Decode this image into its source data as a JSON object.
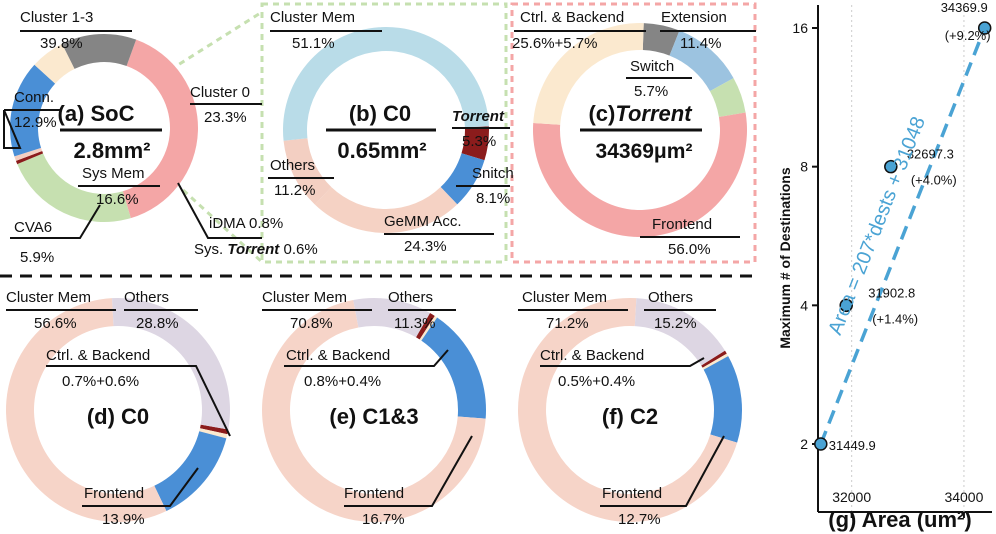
{
  "colors": {
    "cluster13": "#f4a6a6",
    "cluster0": "#c6e0b0",
    "sysmem": "#4a8fd6",
    "cva6": "#fbe9cf",
    "conn": "#858585",
    "clustermem": "#b9dce8",
    "others": "#f3cfc2",
    "gemm": "#f5d2c4",
    "snitch": "#4a8fd6",
    "torrent": "#8b1c1c",
    "ctrl": "#fbe9cf",
    "extension": "#9cc3e0",
    "switch": "#c6e0b0",
    "frontend": "#f4a6a6",
    "memlight": "#f6d4c8",
    "otherslav": "#ddd6e3",
    "fitline": "#4aa3d4"
  },
  "panels": {
    "a": {
      "title_prefix": "(a) SoC",
      "area": "2.8mm²",
      "labels": {
        "cluster13": "Cluster 1-3",
        "cluster13_pct": "39.8%",
        "cluster0": "Cluster 0",
        "cluster0_pct": "23.3%",
        "conn": "Conn.",
        "conn_pct": "12.9%",
        "sysmem": "Sys Mem",
        "sysmem_pct": "16.6%",
        "cva6": "CVA6",
        "cva6_pct": "5.9%",
        "idma": "iDMA 0.8%",
        "systorrent_pre": "Sys.",
        "systorrent_name": "Torrent",
        "systorrent_pct": "0.6%"
      }
    },
    "b": {
      "title": "(b) C0",
      "area": "0.65mm²",
      "labels": {
        "clustermem": "Cluster Mem",
        "clustermem_pct": "51.1%",
        "torrent": "Torrent",
        "torrent_pct": "5.3%",
        "others": "Others",
        "others_pct": "11.2%",
        "snitch": "Snitch",
        "snitch_pct": "8.1%",
        "gemm": "GeMM Acc.",
        "gemm_pct": "24.3%"
      }
    },
    "c": {
      "title_prefix": "(c)",
      "title_name": "Torrent",
      "area": "34369μm²",
      "labels": {
        "ctrl": "Ctrl. & Backend",
        "ctrl_pct": "25.6%+5.7%",
        "extension": "Extension",
        "extension_pct": "11.4%",
        "switch": "Switch",
        "switch_pct": "5.7%",
        "frontend": "Frontend",
        "frontend_pct": "56.0%"
      }
    },
    "d": {
      "title": "(d) C0",
      "labels": {
        "mem": "Cluster Mem",
        "mem_pct": "56.6%",
        "others": "Others",
        "others_pct": "28.8%",
        "ctrl": "Ctrl. & Backend",
        "ctrl_pct": "0.7%+0.6%",
        "frontend": "Frontend",
        "frontend_pct": "13.9%"
      }
    },
    "e": {
      "title": "(e) C1&3",
      "labels": {
        "mem": "Cluster Mem",
        "mem_pct": "70.8%",
        "others": "Others",
        "others_pct": "11.3%",
        "ctrl": "Ctrl. & Backend",
        "ctrl_pct": "0.8%+0.4%",
        "frontend": "Frontend",
        "frontend_pct": "16.7%"
      }
    },
    "f": {
      "title": "(f) C2",
      "labels": {
        "mem": "Cluster Mem",
        "mem_pct": "71.2%",
        "others": "Others",
        "others_pct": "15.2%",
        "ctrl": "Ctrl. & Backend",
        "ctrl_pct": "0.5%+0.4%",
        "frontend": "Frontend",
        "frontend_pct": "12.7%"
      }
    }
  },
  "chart_data": [
    {
      "type": "pie",
      "title": "(a) SoC",
      "area_label": "2.8mm²",
      "slices": [
        {
          "name": "Cluster 1-3",
          "value": 39.8,
          "color": "#f4a6a6"
        },
        {
          "name": "Cluster 0",
          "value": 23.3,
          "color": "#c6e0b0"
        },
        {
          "name": "Sys. Torrent",
          "value": 0.6,
          "color": "#8b1c1c"
        },
        {
          "name": "iDMA",
          "value": 0.8,
          "color": "#f3cfc2"
        },
        {
          "name": "Sys Mem",
          "value": 16.6,
          "color": "#4a8fd6"
        },
        {
          "name": "CVA6",
          "value": 5.9,
          "color": "#fbe9cf"
        },
        {
          "name": "Conn.",
          "value": 12.9,
          "color": "#858585"
        }
      ]
    },
    {
      "type": "pie",
      "title": "(b) C0",
      "area_label": "0.65mm²",
      "slices": [
        {
          "name": "Torrent",
          "value": 5.3,
          "color": "#8b1c1c"
        },
        {
          "name": "Snitch",
          "value": 8.1,
          "color": "#4a8fd6"
        },
        {
          "name": "GeMM Acc.",
          "value": 24.3,
          "color": "#f5d2c4"
        },
        {
          "name": "Others",
          "value": 11.2,
          "color": "#f3cfc2"
        },
        {
          "name": "Cluster Mem",
          "value": 51.1,
          "color": "#b9dce8"
        }
      ]
    },
    {
      "type": "pie",
      "title": "(c) Torrent",
      "area_label": "34369μm²",
      "slices": [
        {
          "name": "Ctrl.",
          "value": 5.7,
          "color": "#858585"
        },
        {
          "name": "Extension",
          "value": 11.4,
          "color": "#9cc3e0"
        },
        {
          "name": "Switch",
          "value": 5.7,
          "color": "#c6e0b0"
        },
        {
          "name": "Frontend",
          "value": 56.0,
          "color": "#f4a6a6"
        },
        {
          "name": "Backend",
          "value": 25.6,
          "color": "#fbe9cf"
        }
      ]
    },
    {
      "type": "pie",
      "title": "(d) C0",
      "slices": [
        {
          "name": "Ctrl.",
          "value": 0.7,
          "color": "#8b1c1c"
        },
        {
          "name": "Backend",
          "value": 0.6,
          "color": "#fbe9cf"
        },
        {
          "name": "Frontend",
          "value": 13.9,
          "color": "#4a8fd6"
        },
        {
          "name": "Cluster Mem",
          "value": 56.6,
          "color": "#f6d4c8"
        },
        {
          "name": "Others",
          "value": 28.8,
          "color": "#ddd6e3"
        }
      ]
    },
    {
      "type": "pie",
      "title": "(e) C1&3",
      "slices": [
        {
          "name": "Ctrl.",
          "value": 0.8,
          "color": "#8b1c1c"
        },
        {
          "name": "Backend",
          "value": 0.4,
          "color": "#fbe9cf"
        },
        {
          "name": "Frontend",
          "value": 16.7,
          "color": "#4a8fd6"
        },
        {
          "name": "Cluster Mem",
          "value": 70.8,
          "color": "#f6d4c8"
        },
        {
          "name": "Others",
          "value": 11.3,
          "color": "#ddd6e3"
        }
      ]
    },
    {
      "type": "pie",
      "title": "(f) C2",
      "slices": [
        {
          "name": "Ctrl.",
          "value": 0.5,
          "color": "#8b1c1c"
        },
        {
          "name": "Backend",
          "value": 0.4,
          "color": "#fbe9cf"
        },
        {
          "name": "Frontend",
          "value": 12.7,
          "color": "#4a8fd6"
        },
        {
          "name": "Cluster Mem",
          "value": 71.2,
          "color": "#f6d4c8"
        },
        {
          "name": "Others",
          "value": 15.2,
          "color": "#ddd6e3"
        }
      ]
    },
    {
      "type": "scatter",
      "xlabel": "(g) Area (um²)",
      "ylabel": "Maximum # of Destinations",
      "ylog": true,
      "xlim": [
        31400,
        34500
      ],
      "xticks": [
        32000,
        34000
      ],
      "yticks": [
        2,
        4,
        8,
        16
      ],
      "fit_label": "Area = 207*dests + 31048",
      "points": [
        {
          "x": 31449.9,
          "y": 2,
          "label": "31449.9",
          "delta": ""
        },
        {
          "x": 31902.8,
          "y": 4,
          "label": "31902.8",
          "delta": "(+1.4%)"
        },
        {
          "x": 32697.3,
          "y": 8,
          "label": "32697.3",
          "delta": "(+4.0%)"
        },
        {
          "x": 34369.9,
          "y": 16,
          "label": "34369.9",
          "delta": "(+9.2%)"
        }
      ]
    }
  ]
}
